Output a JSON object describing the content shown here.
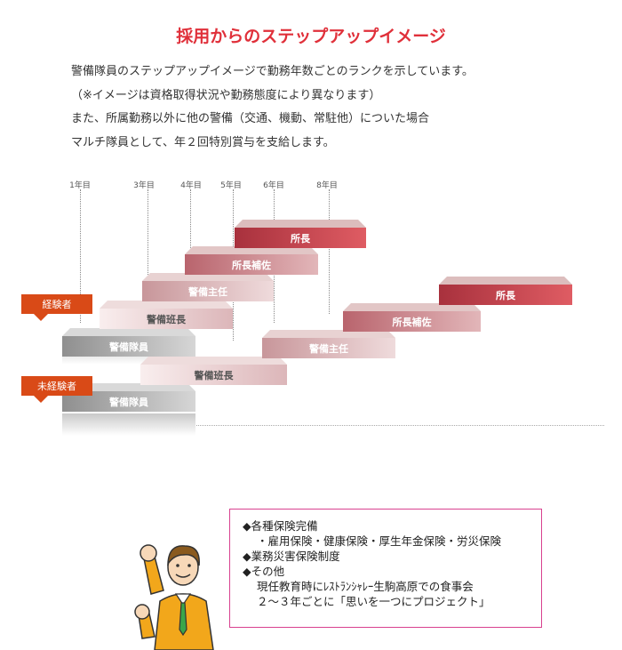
{
  "title": "採用からのステップアップイメージ",
  "intro": [
    "警備隊員のステップアップイメージで勤務年数ごとのランクを示しています。",
    "（※イメージは資格取得状況や勤務態度により異なります）",
    "また、所属勤務以外に他の警備（交通、機動、常駐他）についた場合",
    "マルチ隊員として、年２回特別賞与を支給します。"
  ],
  "years": [
    "1年目",
    "3年目",
    "4年目",
    "5年目",
    "6年目",
    "8年目"
  ],
  "badges": {
    "experienced": "経験者",
    "inexperienced": "未経験者"
  },
  "experienced_steps": [
    "警備隊員",
    "警備班長",
    "警備主任",
    "所長補佐",
    "所長"
  ],
  "inexperienced_steps": [
    "警備隊員",
    "警備班長",
    "警備主任",
    "所長補佐",
    "所長"
  ],
  "benefits": [
    {
      "text": "◆各種保険完備",
      "sub": false
    },
    {
      "text": "・雇用保険・健康保険・厚生年金保険・労災保険",
      "sub": true
    },
    {
      "text": "◆業務災害保険制度",
      "sub": false
    },
    {
      "text": "◆その他",
      "sub": false
    },
    {
      "text": "現任教育時にﾚｽﾄﾗﾝｼｬﾚｰ生駒高原での食事会",
      "sub": true
    },
    {
      "text": "２～３年ごとに「思いを一つにプロジェクト」",
      "sub": true
    }
  ],
  "colors": {
    "title": "#e0303a",
    "badge": "#d94a17",
    "border": "#d8418f",
    "top_rank": "#d9474f"
  }
}
